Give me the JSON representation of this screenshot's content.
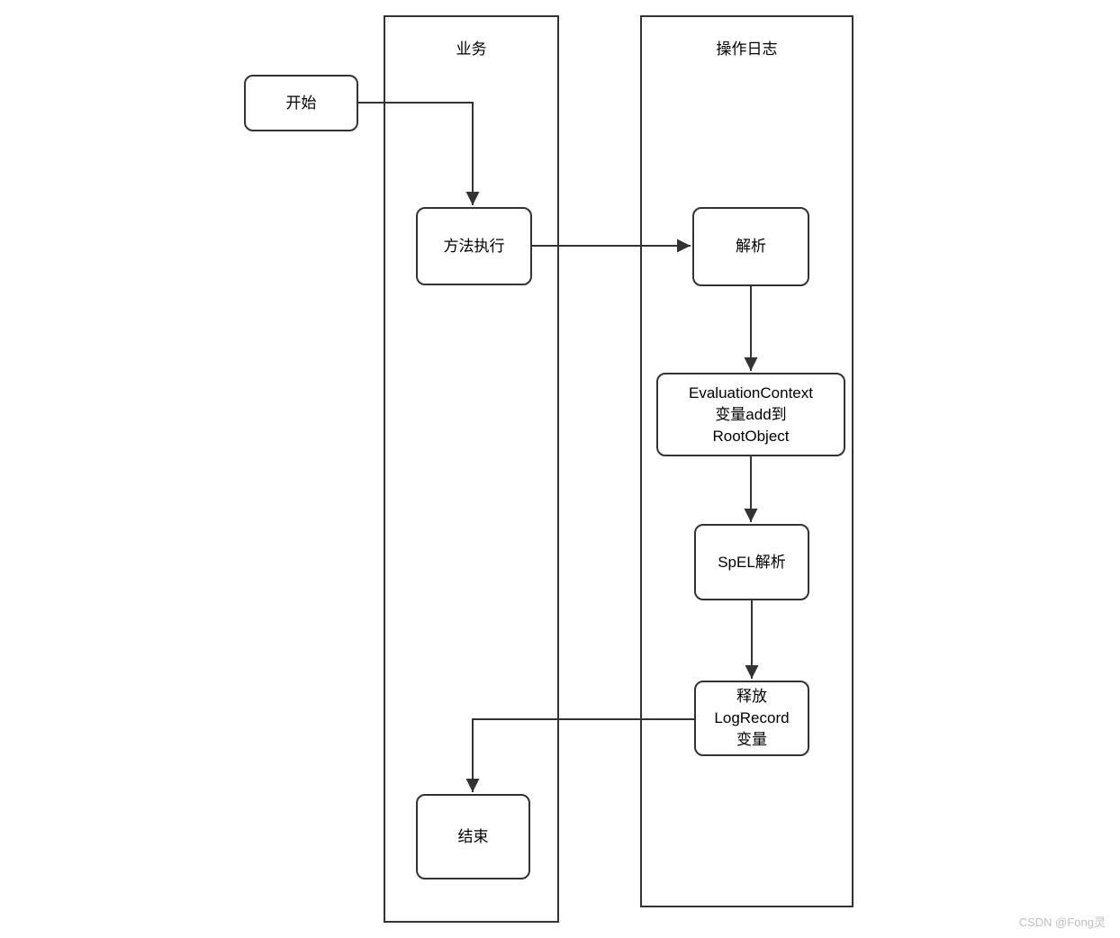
{
  "diagram": {
    "lanes": [
      {
        "title": "业务"
      },
      {
        "title": "操作日志"
      }
    ],
    "nodes": {
      "start": {
        "label": "开始"
      },
      "method_exec": {
        "label": "方法执行"
      },
      "parse": {
        "label": "解析"
      },
      "eval_context": {
        "line1": "EvaluationContext",
        "line2": "变量add到",
        "line3": "RootObject"
      },
      "spel_parse": {
        "label": "SpEL解析"
      },
      "release_logrecord": {
        "line1": "释放",
        "line2": "LogRecord",
        "line3": "变量"
      },
      "end": {
        "label": "结束"
      }
    },
    "edges": [
      {
        "from": "start",
        "to": "method_exec"
      },
      {
        "from": "method_exec",
        "to": "parse"
      },
      {
        "from": "parse",
        "to": "eval_context"
      },
      {
        "from": "eval_context",
        "to": "spel_parse"
      },
      {
        "from": "spel_parse",
        "to": "release_logrecord"
      },
      {
        "from": "release_logrecord",
        "to": "end"
      }
    ]
  },
  "watermark": "CSDN @Fong灵",
  "colors": {
    "stroke": "#333333",
    "text": "#000000",
    "watermark": "#c0c0c0",
    "background": "#ffffff"
  }
}
